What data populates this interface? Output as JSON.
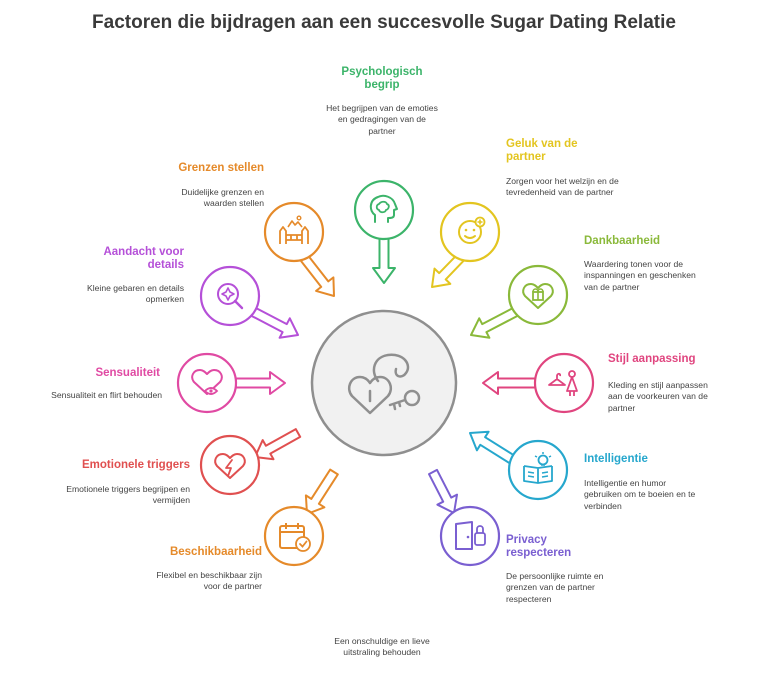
{
  "title": "Factoren die bijdragen aan een succesvolle Sugar Dating Relatie",
  "colors": {
    "green": "#3cb46a",
    "yellow": "#e3c520",
    "lime": "#8ab93a",
    "pink": "#e0457f",
    "cyan": "#26a7cd",
    "violet": "#7a5fd1",
    "orange": "#e58a2a",
    "red": "#e05050",
    "magenta": "#e04aa3",
    "purple": "#b550d8",
    "hub": "#8f8f8f"
  },
  "hub": {
    "icon": "heart-key-icon"
  },
  "items": [
    {
      "id": "psych",
      "label": "Psychologisch begrip",
      "desc": "Het begrijpen van de emoties en gedragingen van de partner",
      "icon": "brain-icon",
      "color": "#3cb46a"
    },
    {
      "id": "geluk",
      "label": "Geluk van de partner",
      "desc": "Zorgen voor het welzijn en de tevredenheid van de partner",
      "icon": "smile-icon",
      "color": "#e3c520"
    },
    {
      "id": "dank",
      "label": "Dankbaarheid",
      "desc": "Waardering tonen voor de inspanningen en geschenken van de partner",
      "icon": "gift-heart-icon",
      "color": "#8ab93a"
    },
    {
      "id": "stijl",
      "label": "Stijl aanpassing",
      "desc": "Kleding en stijl aanpassen aan de voorkeuren van de partner",
      "icon": "hanger-icon",
      "color": "#e0457f"
    },
    {
      "id": "intel",
      "label": "Intelligentie",
      "desc": "Intelligentie en humor gebruiken om te boeien en te verbinden",
      "icon": "book-bulb-icon",
      "color": "#26a7cd"
    },
    {
      "id": "privacy",
      "label": "Privacy respecteren",
      "desc": "De persoonlijke ruimte en grenzen van de partner respecteren",
      "icon": "door-lock-icon",
      "color": "#7a5fd1"
    },
    {
      "id": "bottom",
      "label": "",
      "desc": "Een onschuldige en lieve uitstraling behouden",
      "icon": "",
      "color": "#999999"
    },
    {
      "id": "beschik",
      "label": "Beschikbaarheid",
      "desc": "Flexibel en beschikbaar zijn voor de partner",
      "icon": "calendar-check-icon",
      "color": "#e58a2a"
    },
    {
      "id": "emo",
      "label": "Emotionele triggers",
      "desc": "Emotionele triggers begrijpen en vermijden",
      "icon": "heart-bolt-icon",
      "color": "#e05050"
    },
    {
      "id": "sens",
      "label": "Sensualiteit",
      "desc": "Sensualiteit en flirt behouden",
      "icon": "heart-eye-icon",
      "color": "#e04aa3"
    },
    {
      "id": "aand",
      "label": "Aandacht voor details",
      "desc": "Kleine gebaren en details opmerken",
      "icon": "magnifier-icon",
      "color": "#b550d8"
    },
    {
      "id": "grenzen",
      "label": "Grenzen stellen",
      "desc": "Duidelijke grenzen en waarden stellen",
      "icon": "fence-icon",
      "color": "#e58a2a"
    }
  ]
}
